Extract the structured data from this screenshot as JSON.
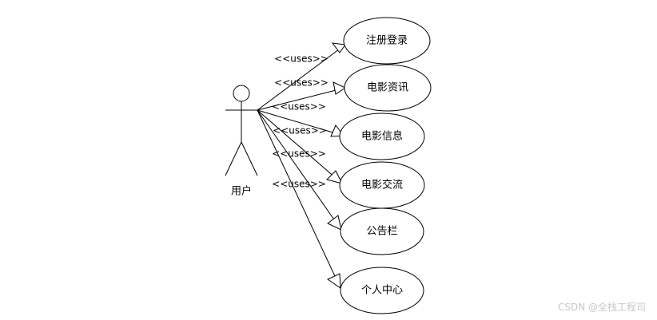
{
  "actor": {
    "label": "用户"
  },
  "relationships": [
    {
      "stereotype": "<<uses>>",
      "target": "注册登录"
    },
    {
      "stereotype": "<<uses>>",
      "target": "电影资讯"
    },
    {
      "stereotype": "<<uses>>",
      "target": "电影信息"
    },
    {
      "stereotype": "<<uses>>",
      "target": "电影交流"
    },
    {
      "stereotype": "<<uses>>",
      "target": "公告栏"
    },
    {
      "stereotype": "<<uses>>",
      "target": "个人中心"
    }
  ],
  "watermark": "CSDN @全栈工程司"
}
